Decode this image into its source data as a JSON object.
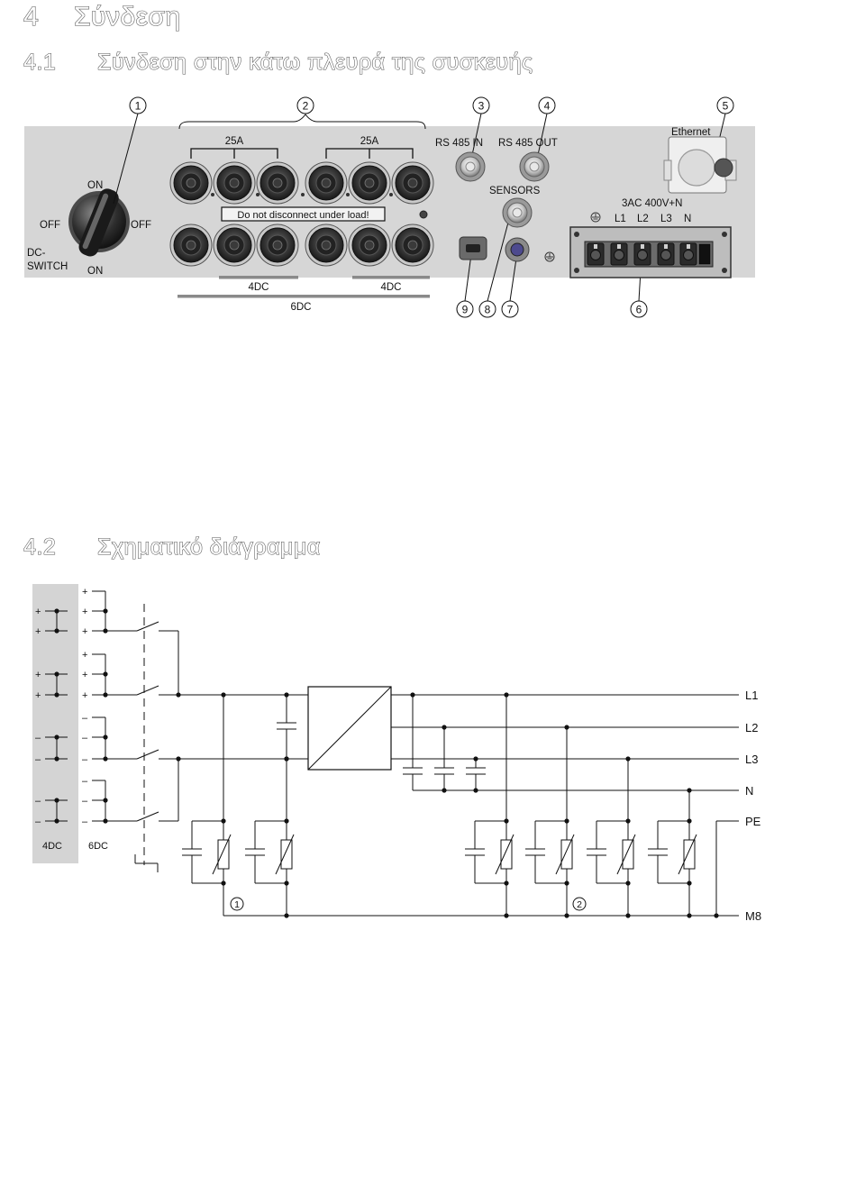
{
  "headings": {
    "h4": {
      "num": "4",
      "title": "Σύνδεση"
    },
    "h41": {
      "num": "4.1",
      "title": "Σύνδεση στην κάτω πλευρά της συσκευής"
    },
    "h42": {
      "num": "4.2",
      "title": "Σχηματικό διάγραμμα"
    }
  },
  "device": {
    "callouts": [
      "1",
      "2",
      "3",
      "4",
      "5",
      "6",
      "7",
      "8",
      "9"
    ],
    "switch": {
      "on": "ON",
      "off": "OFF",
      "dc": "DC-",
      "switch": "SWITCH"
    },
    "fuse_label": "25A",
    "warning": "Do not disconnect under load!",
    "group_4dc": "4DC",
    "group_6dc": "6DC",
    "rs485_in": "RS 485 IN",
    "rs485_out": "RS 485 OUT",
    "sensors": "SENSORS",
    "ethernet": "Ethernet",
    "ac_title": "3AC 400V+N",
    "ac_terminals": [
      "L1",
      "L2",
      "L3",
      "N"
    ]
  },
  "schematic": {
    "plus": "+",
    "minus": "–",
    "col_4dc": "4DC",
    "col_6dc": "6DC",
    "lines": [
      "L1",
      "L2",
      "L3",
      "N",
      "PE",
      "M8"
    ],
    "circle1": "1",
    "circle2": "2"
  }
}
